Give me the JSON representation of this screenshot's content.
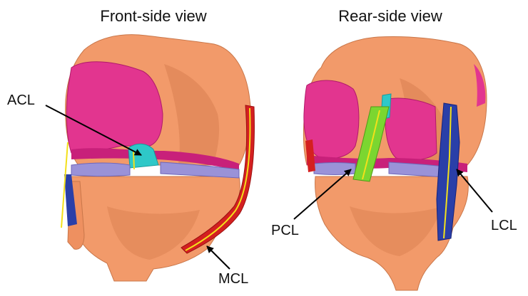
{
  "views": {
    "front": {
      "title": "Front-side view"
    },
    "rear": {
      "title": "Rear-side view"
    }
  },
  "labels": {
    "acl": "ACL",
    "mcl": "MCL",
    "pcl": "PCL",
    "lcl": "LCL"
  },
  "colors": {
    "bone": "#F29A6A",
    "bone_shade": "#D97F50",
    "cartilage": "#E2358F",
    "cartilage_shade": "#C8207A",
    "meniscus": "#9A92D8",
    "acl": "#2EC8C8",
    "pcl": "#7BD630",
    "mcl": "#D42020",
    "lcl": "#2A3FA8",
    "fiber_line": "#F3E01A",
    "arrow": "#000000"
  }
}
